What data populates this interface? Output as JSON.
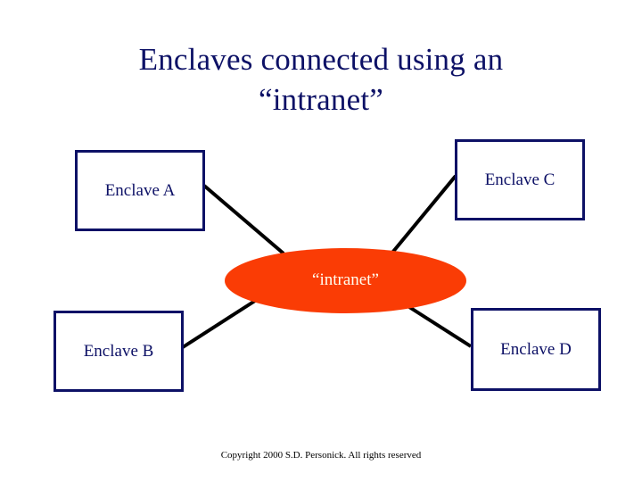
{
  "slide": {
    "title": "Enclaves connected using an\n“intranet”",
    "background_color": "#ffffff",
    "navy_color": "#0d1166",
    "ellipse_color": "#fa3c05",
    "ellipse_text_color": "#fffff0",
    "line_color": "#000000"
  },
  "nodes": {
    "enclave_a": "Enclave A",
    "enclave_b": "Enclave B",
    "enclave_c": "Enclave C",
    "enclave_d": "Enclave D",
    "intranet": "“intranet”"
  },
  "footer": {
    "copyright": "Copyright 2000 S.D. Personick. All rights reserved"
  },
  "diagram_data": {
    "type": "node-link",
    "center_node": "“intranet”",
    "center_shape": "ellipse",
    "leaf_shape": "rectangle",
    "leaf_nodes": [
      "Enclave A",
      "Enclave B",
      "Enclave C",
      "Enclave D"
    ],
    "edges": [
      {
        "from": "Enclave A",
        "to": "“intranet”"
      },
      {
        "from": "Enclave C",
        "to": "“intranet”"
      },
      {
        "from": "Enclave B",
        "to": "“intranet”"
      },
      {
        "from": "Enclave D",
        "to": "“intranet”"
      }
    ]
  }
}
